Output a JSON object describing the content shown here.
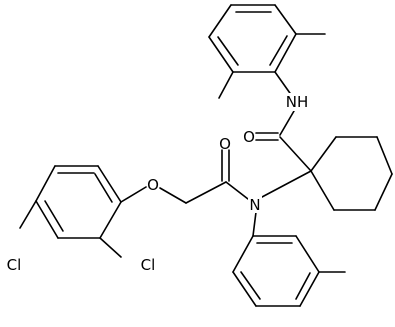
{
  "molecule": {
    "atoms": {
      "o_amide": "O",
      "n_amide": "NH",
      "o_acyl": "O",
      "n_tertiary": "N",
      "o_ether": "O",
      "cl_para": "Cl",
      "cl_ortho": "Cl"
    }
  },
  "colors": {
    "bond": "#000000",
    "label": "#000000",
    "background": "#ffffff"
  }
}
